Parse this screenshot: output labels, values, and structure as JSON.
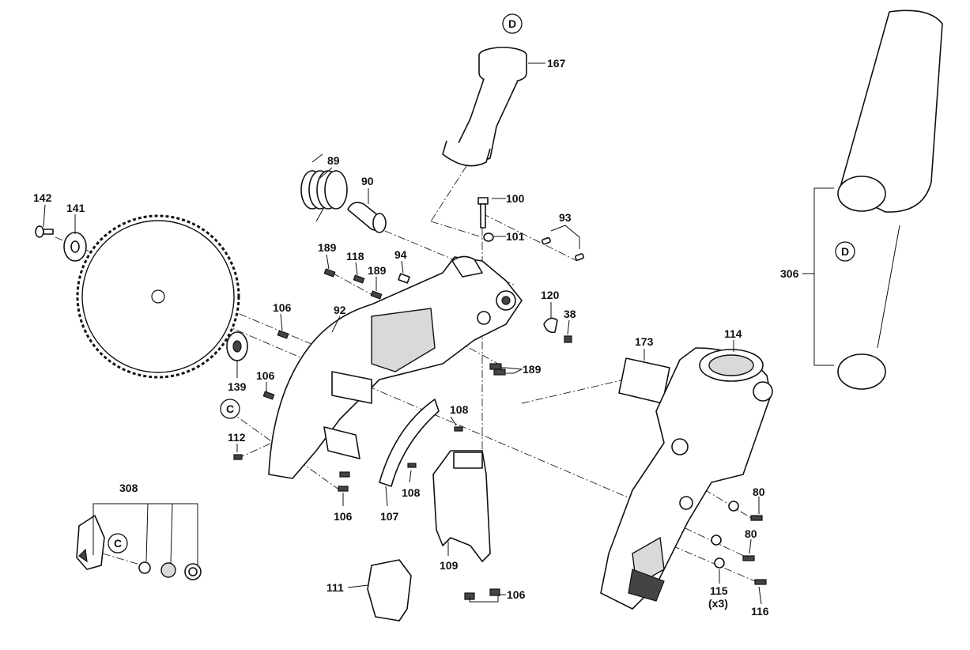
{
  "diagram": {
    "callouts": {
      "c167": "167",
      "c89": "89",
      "c90": "90",
      "c100": "100",
      "c101": "101",
      "c93": "93",
      "c142": "142",
      "c141": "141",
      "c189a": "189",
      "c118": "118",
      "c94": "94",
      "c189b": "189",
      "c106a": "106",
      "c92": "92",
      "c120": "120",
      "c38": "38",
      "c189c": "189",
      "c173": "173",
      "c114": "114",
      "c139": "139",
      "c106b": "106",
      "c108a": "108",
      "c112": "112",
      "c108b": "108",
      "c106c": "106",
      "c107": "107",
      "c308": "308",
      "c109": "109",
      "c80a": "80",
      "c80b": "80",
      "c111": "111",
      "c106d": "106",
      "c115": "115",
      "c115x": "(x3)",
      "c116": "116",
      "c306": "306"
    },
    "markers": {
      "d_top": "D",
      "d_right": "D",
      "c_mid": "C",
      "c_kit": "C"
    }
  }
}
